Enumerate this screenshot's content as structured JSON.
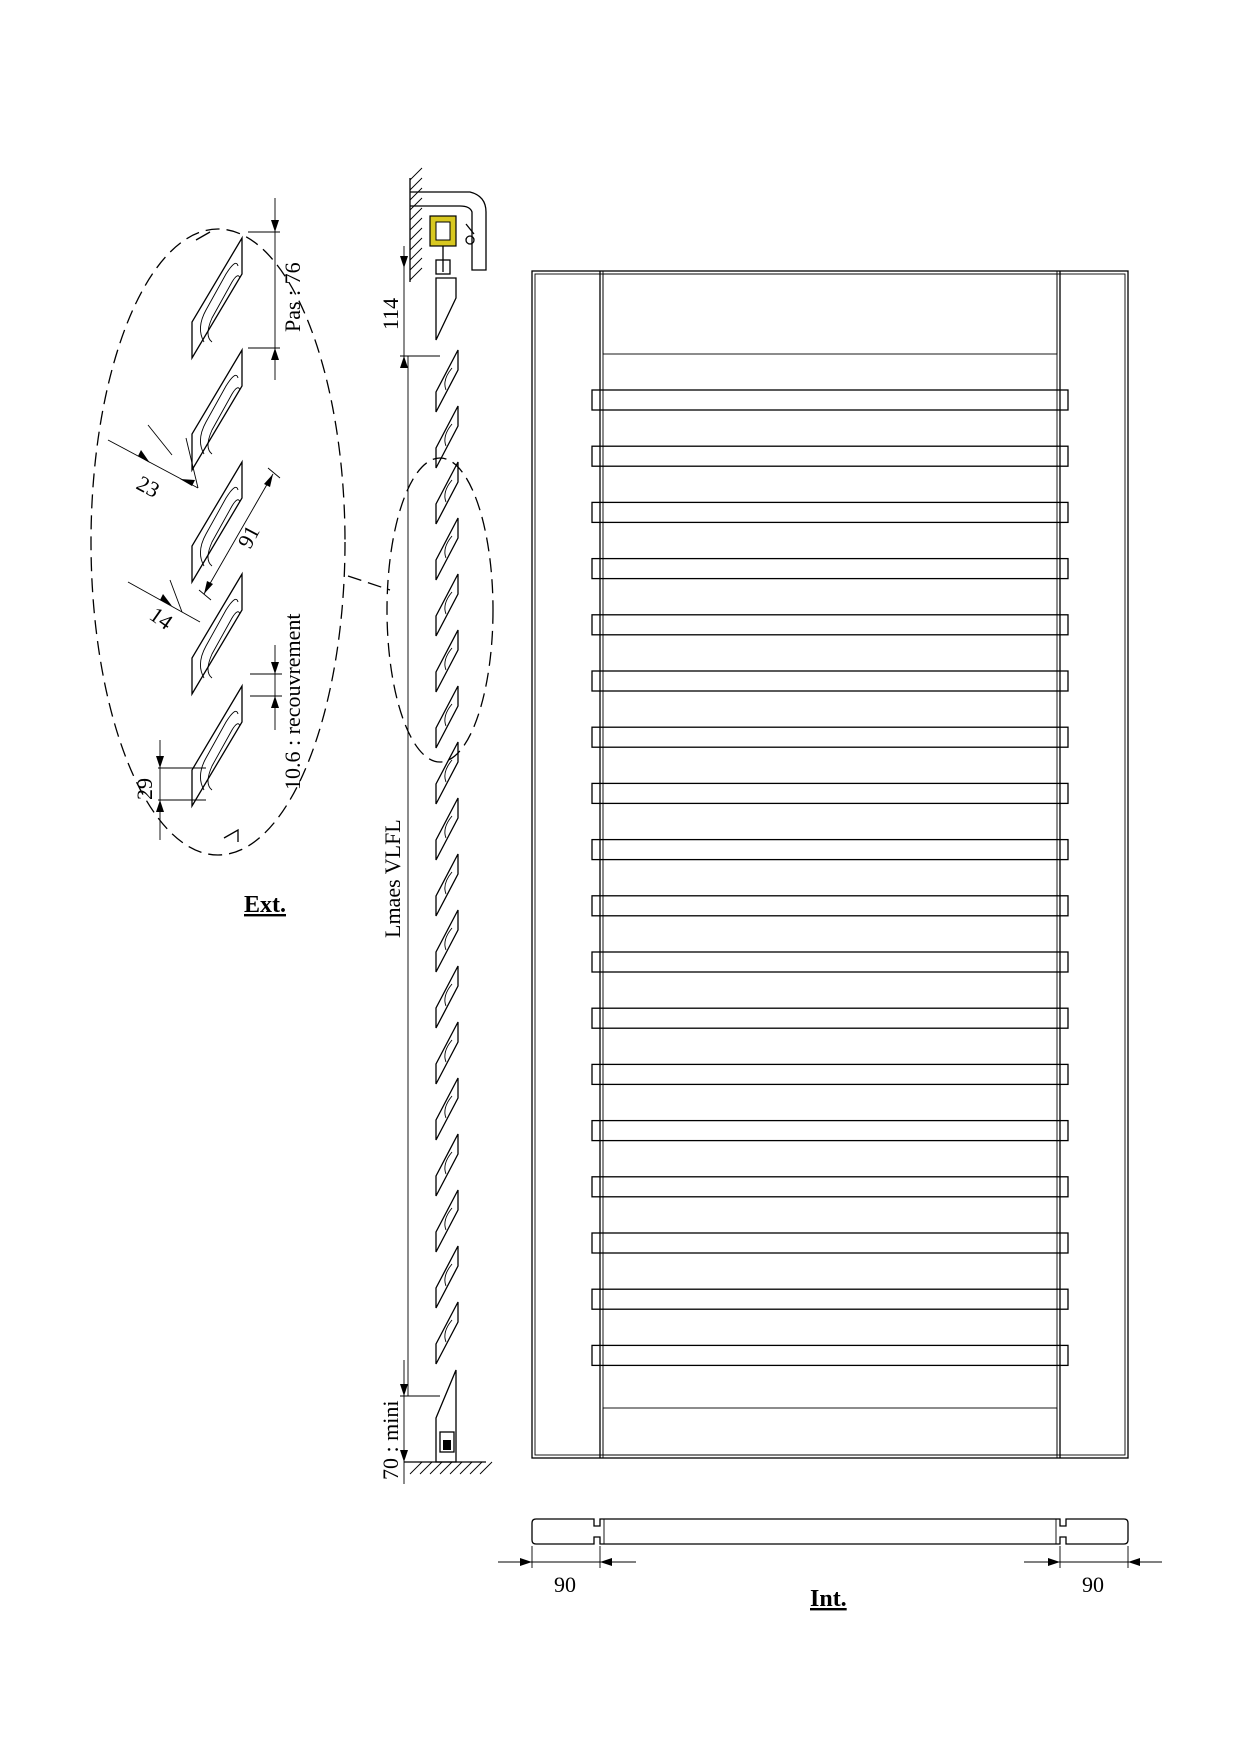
{
  "labels": {
    "ext_title": "Ext.",
    "int_title": "Int.",
    "pitch": "Pas : 76",
    "slat_thickness": "23",
    "slat_width": "91",
    "gap": "14",
    "overlap": "10.6 : recouvrement",
    "bottom_offset": "29",
    "top_height": "114",
    "overall_length": "Lmaes VLFL",
    "bottom_min": "70 : mini",
    "left_stile": "90",
    "right_stile": "90"
  },
  "slat_count_front": 18,
  "colors": {
    "line": "#000000",
    "roller_accent": "#d8c820"
  }
}
